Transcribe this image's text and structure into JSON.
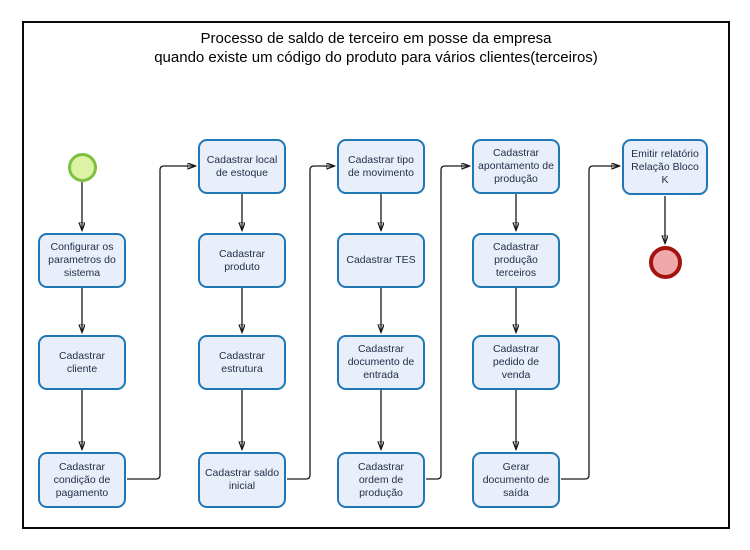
{
  "diagram": {
    "type": "bpmn-flowchart",
    "title_line1": "Processo de saldo de terceiro em posse da empresa",
    "title_line2": "quando existe um código do produto para vários clientes(terceiros)"
  },
  "colors": {
    "task_fill": "#e9eefb",
    "task_border": "#1f78b5",
    "task_text": "#1f2d44",
    "start_event_fill": "#def2a3",
    "start_event_border": "#7cc142",
    "end_event_fill": "#f0a9a9",
    "end_event_border": "#a51311",
    "connector": "#1a1a1a",
    "frame_border": "#0a0a0a",
    "background": "#ffffff"
  },
  "events": {
    "start": "start-event",
    "end": "end-event"
  },
  "nodes": [
    {
      "id": "configurar-parametros",
      "label": "Configurar os parametros do sistema"
    },
    {
      "id": "cadastrar-cliente",
      "label": "Cadastrar cliente"
    },
    {
      "id": "cadastrar-condicao-pagamento",
      "label": "Cadastrar condição de pagamento"
    },
    {
      "id": "cadastrar-local-estoque",
      "label": "Cadastrar local de estoque"
    },
    {
      "id": "cadastrar-produto",
      "label": "Cadastrar produto"
    },
    {
      "id": "cadastrar-estrutura",
      "label": "Cadastrar estrutura"
    },
    {
      "id": "cadastrar-saldo-inicial",
      "label": "Cadastrar saldo inicial"
    },
    {
      "id": "cadastrar-tipo-movimento",
      "label": "Cadastrar tipo de movimento"
    },
    {
      "id": "cadastrar-tes",
      "label": "Cadastrar TES"
    },
    {
      "id": "cadastrar-documento-entrada",
      "label": "Cadastrar documento de entrada"
    },
    {
      "id": "cadastrar-ordem-producao",
      "label": "Cadastrar ordem de produção"
    },
    {
      "id": "cadastrar-apontamento-producao",
      "label": "Cadastrar apontamento de produção"
    },
    {
      "id": "cadastrar-producao-terceiros",
      "label": "Cadastrar produção terceiros"
    },
    {
      "id": "cadastrar-pedido-venda",
      "label": "Cadastrar pedido de venda"
    },
    {
      "id": "gerar-documento-saida",
      "label": "Gerar documento de saída"
    },
    {
      "id": "emitir-relatorio-bloco-k",
      "label": "Emitir relatório Relação Bloco K"
    }
  ]
}
